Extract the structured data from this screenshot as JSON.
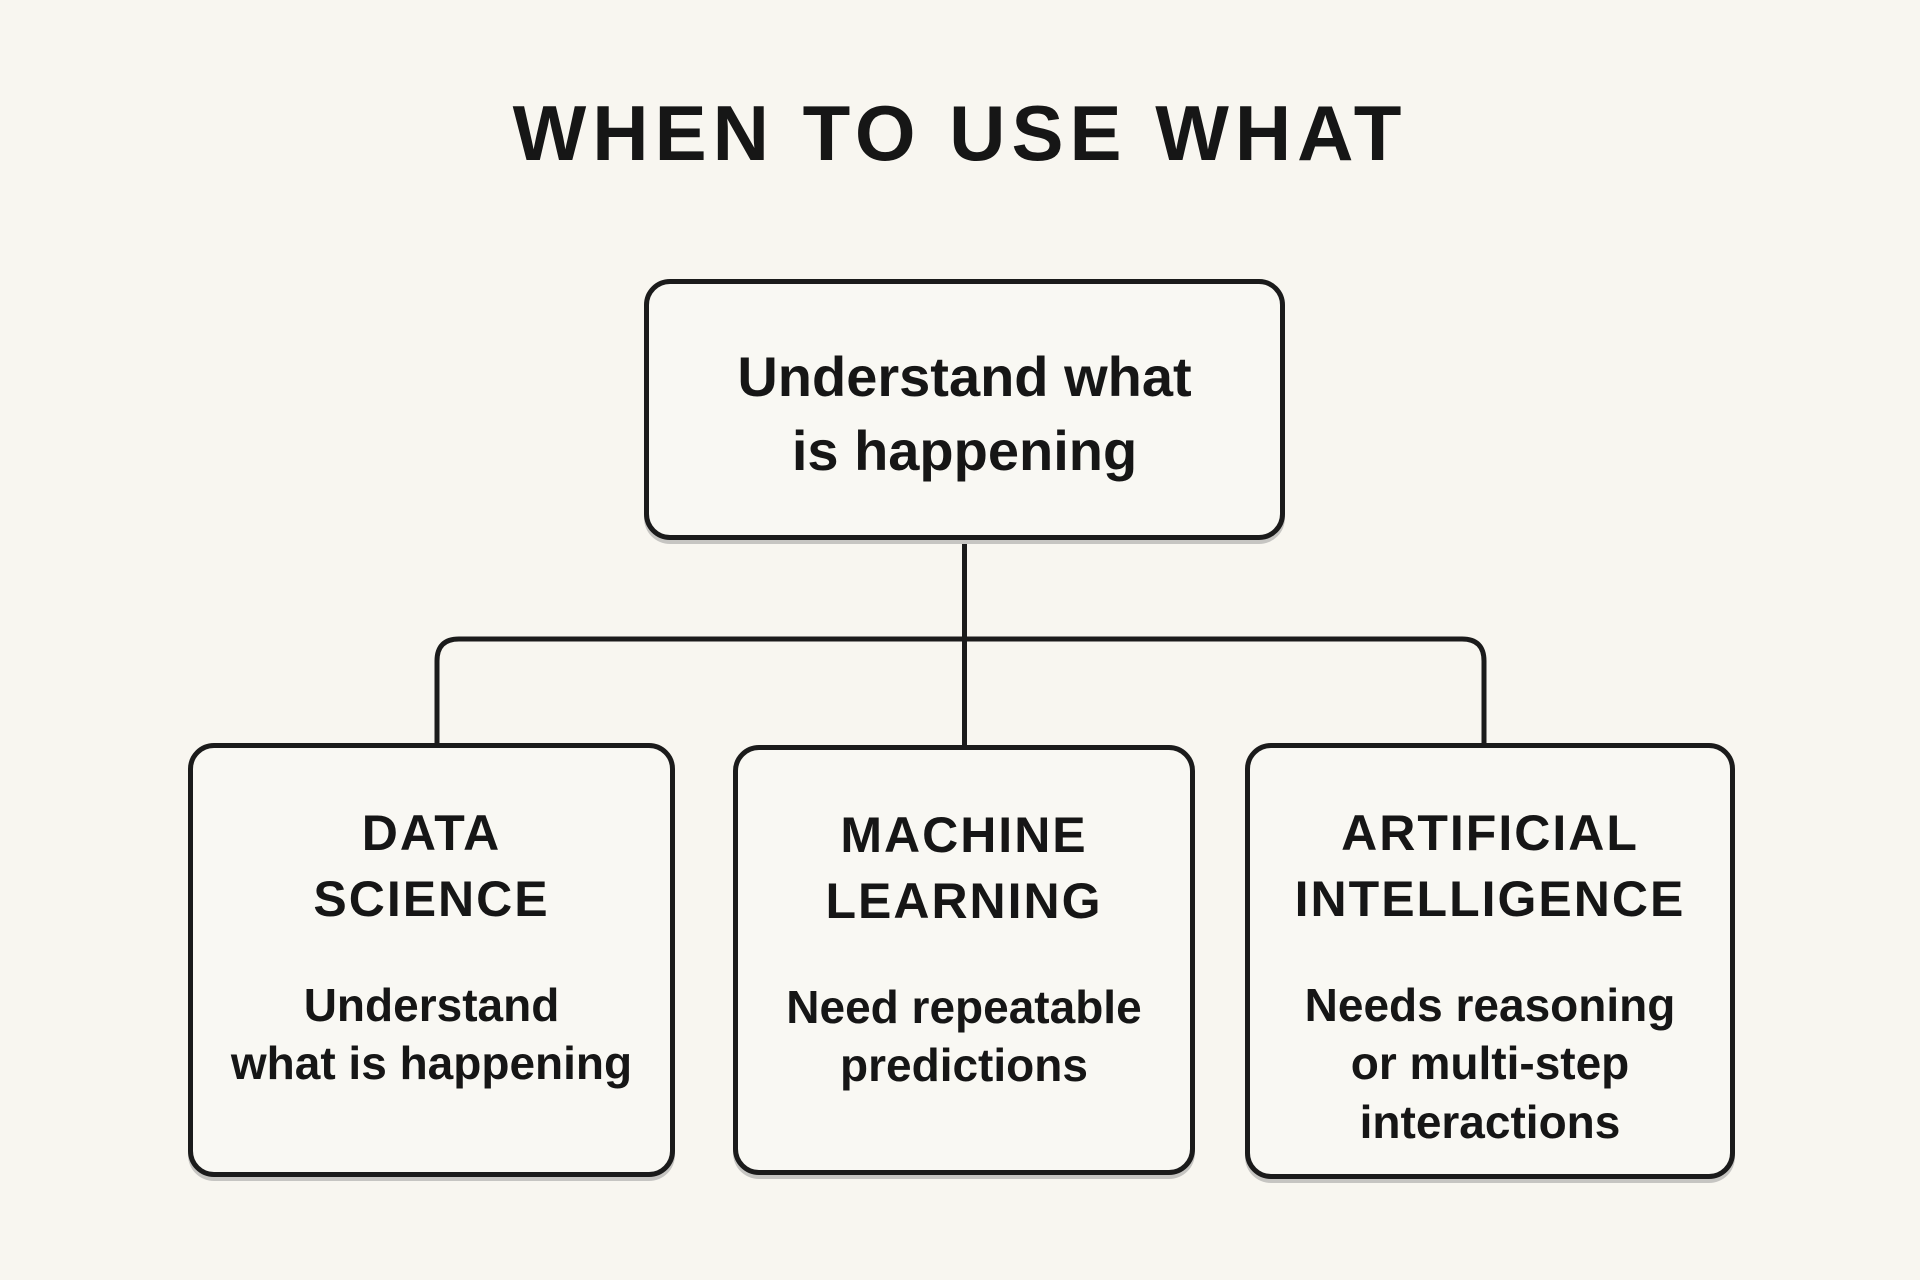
{
  "title": "WHEN TO USE WHAT",
  "root_node": {
    "lines": [
      "Understand what",
      "is happening"
    ]
  },
  "child_nodes": [
    {
      "id": "data-science",
      "heading_lines": [
        "DATA",
        "SCIENCE"
      ],
      "body_lines": [
        "Understand",
        "what is happening"
      ]
    },
    {
      "id": "machine-learning",
      "heading_lines": [
        "MACHINE",
        "LEARNING"
      ],
      "body_lines": [
        "Need repeatable",
        "predictions"
      ]
    },
    {
      "id": "artificial-intelligence",
      "heading_lines": [
        "ARTIFICIAL",
        "INTELLIGENCE"
      ],
      "body_lines": [
        "Needs reasoning",
        "or multi-step",
        "interactions"
      ]
    }
  ],
  "colors": {
    "background": "#f8f6f0",
    "box_fill": "#f9f8f3",
    "line": "#1b1b1b",
    "text": "#161616",
    "shadow": "#c6c5c2"
  }
}
